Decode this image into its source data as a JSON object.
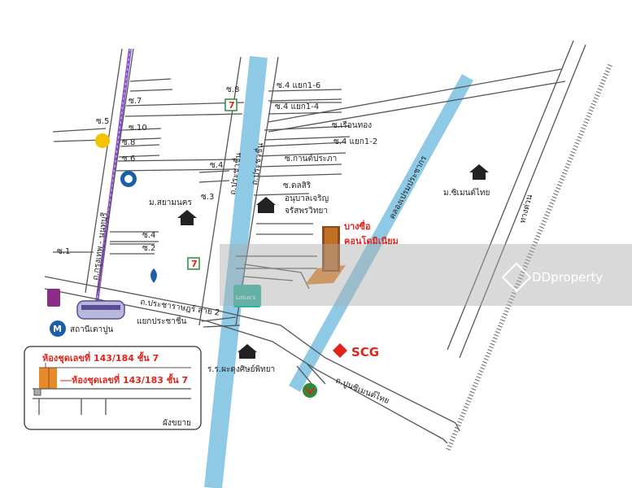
{
  "roads": {
    "soi8": "ซ.8",
    "soi7": "ซ.7",
    "soi5": "ซ.5",
    "soi10": "ซ.10",
    "soi8b": "ซ.8",
    "soi6": "ซ.6",
    "soi4": "ซ.4",
    "soi3": "ซ.3",
    "soi4b": "ซ.4",
    "soi2": "ซ.2",
    "soi1": "ซ.1",
    "soi4_yaek1_6": "ซ.4 แยก1-6",
    "soi4_yaek1_4": "ซ.4 แยก1-4",
    "soi_ruenthong": "ซ.เรือนทอง",
    "soi4_yaek1_2": "ซ.4 แยก1-2",
    "soi_kanprapa": "ซ.กานต์ประภา",
    "soi_dolsiri": "ซ.ดลสิริ",
    "krungthep_nonthaburi": "ถ.กรุงเทพ - นนทบุรี",
    "prachachuen": "ถ.ประชาชื่น",
    "prachachuen_inner": "ถ.ประชาชื่น",
    "pracharat_sai2": "ถ.ประชาราษฎร์ สาย 2",
    "pun_cement_thai": "ถ.ปูนซิเมนต์ไทย",
    "tollway": "ทางด่วน"
  },
  "places": {
    "siam_nakhon": "ม.สยามนคร",
    "anuban_charoen": "อนุบาลเจริญ",
    "charat_wittaya": "จรัสพรวิทยา",
    "bangsue_condo_1": "บางซื่อ",
    "bangsue_condo_2": "คอนโดมิเนียม",
    "cement_thai_village": "ม.ซิเมนต์ไทย",
    "khlong_prem": "คลองเปรมประชากร",
    "tao_poon_station": "สถานีเตาปูน",
    "yaek_prachachuen": "แยกประชาชื่น",
    "phadung_school": "ร.ร.ผะดุงศิษย์พิทยา",
    "lotus": "Lotus's",
    "scg": "SCG",
    "seven_eleven": "7"
  },
  "inset": {
    "unit_184": "ห้องชุดเลขที่ 143/184 ชั้น 7",
    "unit_183": "ห้องชุดเลขที่ 143/183 ชั้น 7",
    "plan_label": "ผังขยาย"
  },
  "watermark": {
    "brand": "DDproperty"
  },
  "colors": {
    "canal": "#8ecae6",
    "canal_edge": "#1b6fa8",
    "rail": "#8a4fc9",
    "tollway_rail": "#888888",
    "highlight": "#e0241b",
    "building": "#e8892a"
  }
}
